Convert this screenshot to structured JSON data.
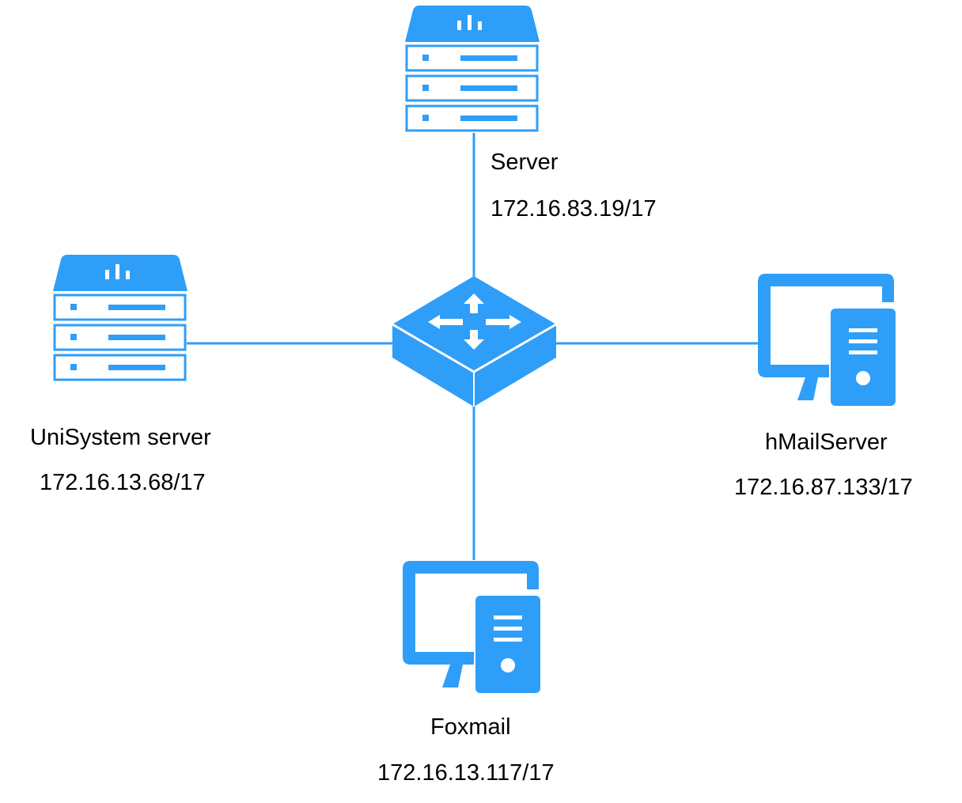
{
  "colors": {
    "device": "#2f9ef8",
    "link": "#2f9ef8",
    "switch_side": "#2f9ef8",
    "text": "#000000"
  },
  "nodes": {
    "server": {
      "name": "Server",
      "ip": "172.16.83.19/17",
      "icon": "rack-server-icon"
    },
    "unisystem": {
      "name": "UniSystem server",
      "ip": "172.16.13.68/17",
      "icon": "rack-server-icon"
    },
    "hmailserver": {
      "name": "hMailServer",
      "ip": "172.16.87.133/17",
      "icon": "desktop-computer-icon"
    },
    "foxmail": {
      "name": "Foxmail",
      "ip": "172.16.13.117/17",
      "icon": "desktop-computer-icon"
    },
    "switch": {
      "icon": "network-switch-icon"
    }
  }
}
